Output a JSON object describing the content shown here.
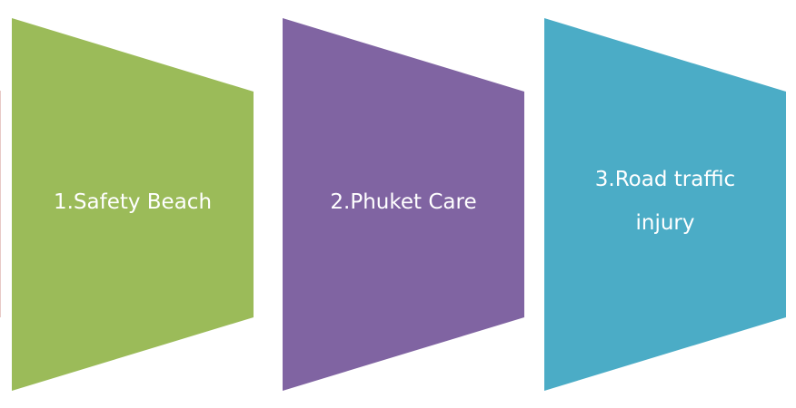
{
  "steps": [
    {
      "label": "1.Safety Beach",
      "color": "#9bbb59"
    },
    {
      "label": "2.Phuket Care",
      "color": "#8064a2"
    },
    {
      "label": "3.Road traffic\ninjury",
      "line1": "3.Road traffic",
      "line2": "injury",
      "color": "#4bacc6"
    }
  ],
  "colors": {
    "background": "#ffffff",
    "text": "#ffffff",
    "left_edge": "#e8c9c6"
  }
}
